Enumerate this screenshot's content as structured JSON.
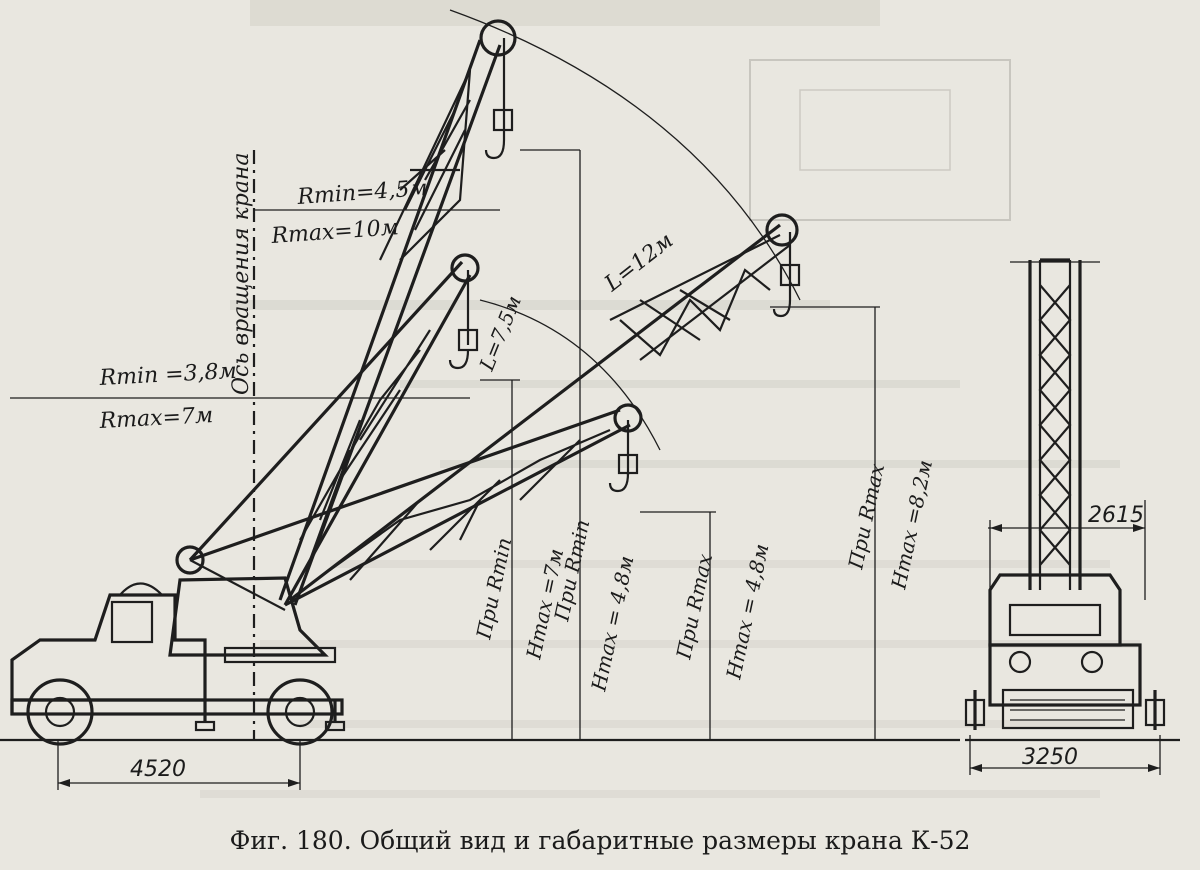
{
  "caption": "Фиг. 180. Общий вид и габаритные размеры крана К-52",
  "labels": {
    "axis": "Ось вращения крана",
    "rmin_top": "Rmin=4,5м",
    "rmax_top": "Rmax=10м",
    "rmin_mid": "Rmin =3,8м",
    "rmax_mid": "Rmax=7м",
    "boom_long": "L=12м",
    "boom_short": "L=7,5м",
    "pri_rmin_1": "При Rmin",
    "hmax_7": "Hmax =7м",
    "pri_rmin_2": "При Rmin",
    "hmax_48a": "Hmax = 4,8м",
    "pri_rmax_1": "При Rmax",
    "hmax_48b": "Hmax = 4,8м",
    "pri_rmax_2": "При Rmax",
    "hmax_82": "Hmax =8,2м",
    "dim_4520": "4520",
    "dim_2615": "2615",
    "dim_3250": "3250"
  }
}
